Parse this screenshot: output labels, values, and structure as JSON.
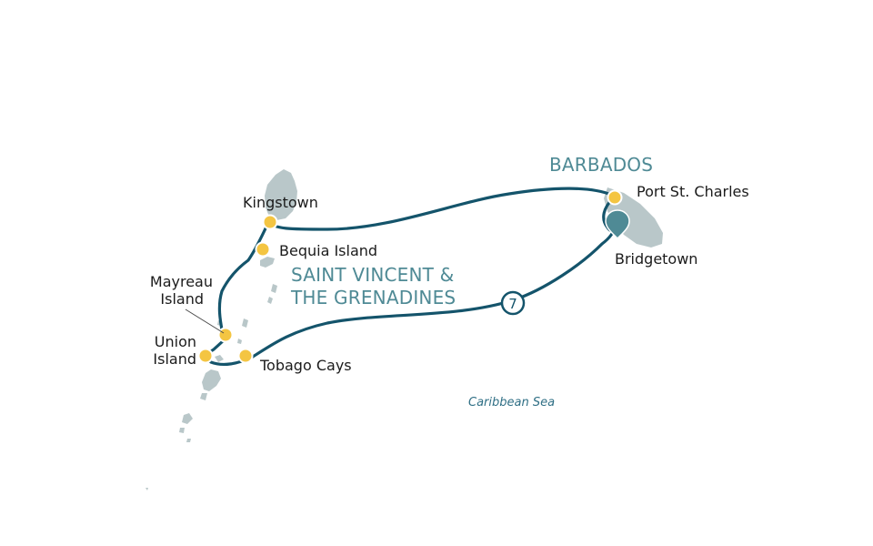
{
  "map": {
    "country_labels": {
      "barbados": "BARBADOS",
      "svg_line1": "SAINT VINCENT &",
      "svg_line2": "THE GRENADINES"
    },
    "water_label": "Caribbean Sea",
    "ports": {
      "kingstown": "Kingstown",
      "bequia": "Bequia Island",
      "mayreau_line1": "Mayreau",
      "mayreau_line2": "Island",
      "union_line1": "Union",
      "union_line2": "Island",
      "tobago_cays": "Tobago Cays",
      "port_st_charles": "Port St. Charles",
      "bridgetown": "Bridgetown"
    },
    "duration_badge": "7",
    "colors": {
      "route": "#14546b",
      "land": "#b9c7c9",
      "stop_marker": "#f4c542",
      "embark_pin": "#4f8a95",
      "country_label": "#4f8a95"
    },
    "icons": {
      "start_end": "map-pin-icon",
      "stop": "circle-marker-icon"
    }
  }
}
